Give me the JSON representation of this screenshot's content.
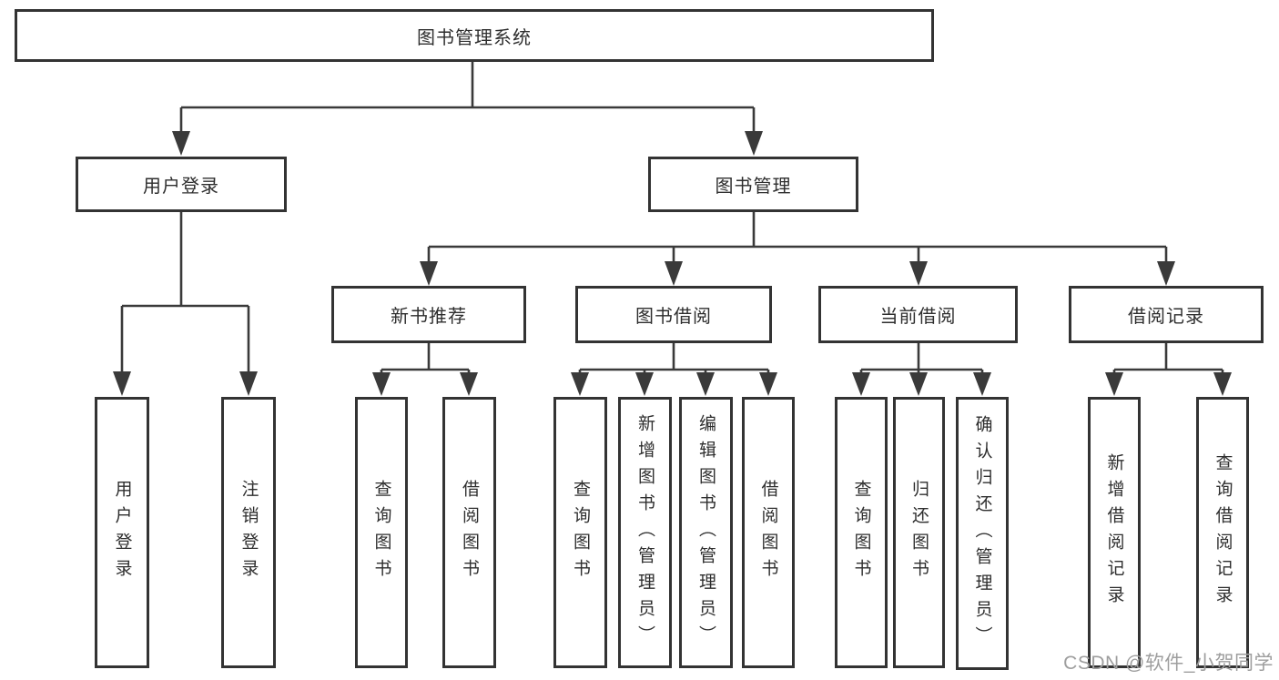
{
  "colors": {
    "line": "#3a3a3a",
    "border": "#333333",
    "text": "#2e2e2e",
    "watermark": "#9e9e9e",
    "background": "#ffffff"
  },
  "watermark": {
    "text": "CSDN @软件_小贺同学"
  },
  "tree": {
    "root": {
      "label": "图书管理系统"
    },
    "branches": [
      {
        "label": "用户登录",
        "children": [
          {
            "label": "用户登录"
          },
          {
            "label": "注销登录"
          }
        ]
      },
      {
        "label": "图书管理",
        "children": [
          {
            "label": "新书推荐",
            "children": [
              {
                "label": "查询图书"
              },
              {
                "label": "借阅图书"
              }
            ]
          },
          {
            "label": "图书借阅",
            "children": [
              {
                "label": "查询图书"
              },
              {
                "label": "新增图书（管理员）"
              },
              {
                "label": "编辑图书（管理员）"
              },
              {
                "label": "借阅图书"
              }
            ]
          },
          {
            "label": "当前借阅",
            "children": [
              {
                "label": "查询图书"
              },
              {
                "label": "归还图书"
              },
              {
                "label": "确认归还（管理员）"
              }
            ]
          },
          {
            "label": "借阅记录",
            "children": [
              {
                "label": "新增借阅记录"
              },
              {
                "label": "查询借阅记录"
              }
            ]
          }
        ]
      }
    ]
  }
}
